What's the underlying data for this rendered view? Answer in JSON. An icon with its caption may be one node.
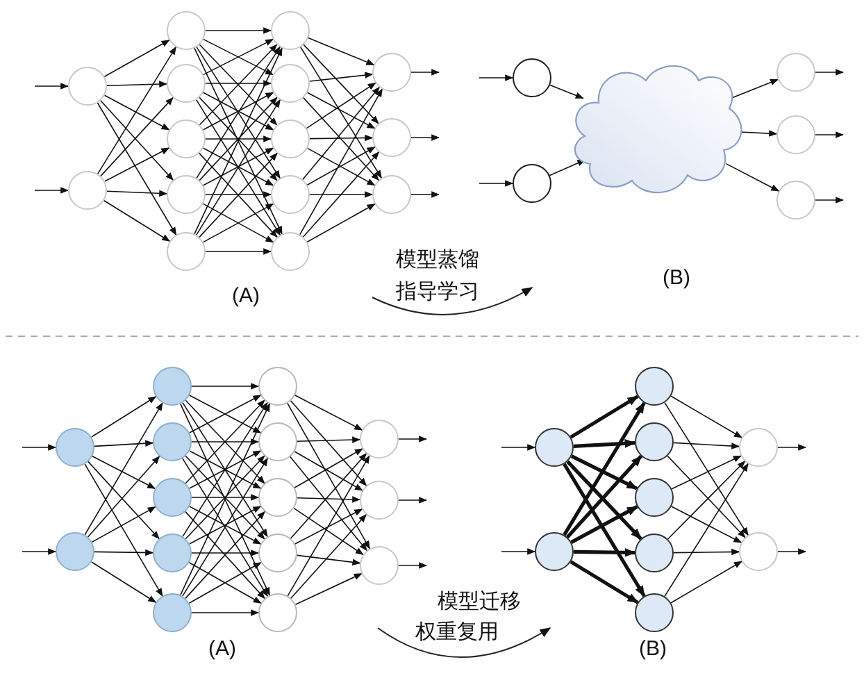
{
  "diagram": {
    "nodes": [
      {
        "text": [],
        "shape": "circle"
      },
      {
        "text": [],
        "shape": "circle"
      },
      {
        "text": [],
        "shape": "circle"
      },
      {
        "text": [],
        "shape": "circle"
      },
      {
        "text": [],
        "shape": "circle"
      },
      {
        "text": [],
        "shape": "circle"
      },
      {
        "text": [],
        "shape": "circle"
      },
      {
        "text": [],
        "shape": "circle"
      },
      {
        "text": [],
        "shape": "circle"
      },
      {
        "text": [],
        "shape": "circle"
      },
      {
        "text": [],
        "shape": "circle"
      },
      {
        "text": [],
        "shape": "circle"
      },
      {
        "text": [],
        "shape": "circle"
      },
      {
        "text": [],
        "shape": "circle"
      },
      {
        "text": [],
        "shape": "circle"
      },
      {
        "text": [],
        "shape": "circle"
      },
      {
        "text": [],
        "shape": "circle"
      },
      {
        "text": [],
        "shape": "cloud"
      },
      {
        "text": [],
        "shape": "circle"
      },
      {
        "text": [],
        "shape": "circle"
      },
      {
        "text": [],
        "shape": "circle"
      },
      {
        "text": [],
        "shape": "circle"
      },
      {
        "text": [],
        "shape": "circle"
      },
      {
        "text": [],
        "shape": "circle"
      },
      {
        "text": [],
        "shape": "circle"
      },
      {
        "text": [],
        "shape": "circle"
      },
      {
        "text": [],
        "shape": "circle"
      },
      {
        "text": [],
        "shape": "circle"
      },
      {
        "text": [],
        "shape": "circle"
      },
      {
        "text": [],
        "shape": "circle"
      },
      {
        "text": [],
        "shape": "circle"
      },
      {
        "text": [],
        "shape": "circle"
      },
      {
        "text": [],
        "shape": "circle"
      },
      {
        "text": [],
        "shape": "circle"
      },
      {
        "text": [],
        "shape": "circle"
      },
      {
        "text": [],
        "shape": "circle"
      },
      {
        "text": [],
        "shape": "circle"
      },
      {
        "text": [],
        "shape": "circle"
      },
      {
        "text": [],
        "shape": "circle"
      },
      {
        "text": [],
        "shape": "circle"
      },
      {
        "text": [],
        "shape": "circle"
      },
      {
        "text": [],
        "shape": "circle"
      },
      {
        "text": [],
        "shape": "circle"
      },
      {
        "text": [],
        "shape": "circle"
      },
      {
        "text": [],
        "shape": "circle"
      }
    ],
    "edges": [
      {
        "from": null,
        "to": 0,
        "arrow": "to"
      },
      {
        "from": null,
        "to": 1,
        "arrow": "to"
      },
      {
        "from": 0,
        "to": 2,
        "arrow": "to"
      },
      {
        "from": 0,
        "to": 3,
        "arrow": "to"
      },
      {
        "from": 0,
        "to": 4,
        "arrow": "to"
      },
      {
        "from": 0,
        "to": 5,
        "arrow": "to"
      },
      {
        "from": 0,
        "to": 6,
        "arrow": "to"
      },
      {
        "from": 1,
        "to": 2,
        "arrow": "to"
      },
      {
        "from": 1,
        "to": 3,
        "arrow": "to"
      },
      {
        "from": 1,
        "to": 4,
        "arrow": "to"
      },
      {
        "from": 1,
        "to": 5,
        "arrow": "to"
      },
      {
        "from": 1,
        "to": 6,
        "arrow": "to"
      },
      {
        "from": 2,
        "to": 7,
        "arrow": "to"
      },
      {
        "from": 2,
        "to": 8,
        "arrow": "to"
      },
      {
        "from": 2,
        "to": 9,
        "arrow": "to"
      },
      {
        "from": 2,
        "to": 10,
        "arrow": "to"
      },
      {
        "from": 2,
        "to": 11,
        "arrow": "to"
      },
      {
        "from": 3,
        "to": 7,
        "arrow": "to"
      },
      {
        "from": 3,
        "to": 8,
        "arrow": "to"
      },
      {
        "from": 3,
        "to": 9,
        "arrow": "to"
      },
      {
        "from": 3,
        "to": 10,
        "arrow": "to"
      },
      {
        "from": 3,
        "to": 11,
        "arrow": "to"
      },
      {
        "from": 4,
        "to": 7,
        "arrow": "to"
      },
      {
        "from": 4,
        "to": 8,
        "arrow": "to"
      },
      {
        "from": 4,
        "to": 9,
        "arrow": "to"
      },
      {
        "from": 4,
        "to": 10,
        "arrow": "to"
      },
      {
        "from": 4,
        "to": 11,
        "arrow": "to"
      },
      {
        "from": 5,
        "to": 7,
        "arrow": "to"
      },
      {
        "from": 5,
        "to": 8,
        "arrow": "to"
      },
      {
        "from": 5,
        "to": 9,
        "arrow": "to"
      },
      {
        "from": 5,
        "to": 10,
        "arrow": "to"
      },
      {
        "from": 5,
        "to": 11,
        "arrow": "to"
      },
      {
        "from": 6,
        "to": 7,
        "arrow": "to"
      },
      {
        "from": 6,
        "to": 8,
        "arrow": "to"
      },
      {
        "from": 6,
        "to": 9,
        "arrow": "to"
      },
      {
        "from": 6,
        "to": 10,
        "arrow": "to"
      },
      {
        "from": 6,
        "to": 11,
        "arrow": "to"
      },
      {
        "from": 7,
        "to": 12,
        "arrow": "to"
      },
      {
        "from": 7,
        "to": 13,
        "arrow": "to"
      },
      {
        "from": 7,
        "to": 14,
        "arrow": "to"
      },
      {
        "from": 8,
        "to": 12,
        "arrow": "to"
      },
      {
        "from": 8,
        "to": 13,
        "arrow": "to"
      },
      {
        "from": 8,
        "to": 14,
        "arrow": "to"
      },
      {
        "from": 9,
        "to": 12,
        "arrow": "to"
      },
      {
        "from": 9,
        "to": 13,
        "arrow": "to"
      },
      {
        "from": 9,
        "to": 14,
        "arrow": "to"
      },
      {
        "from": 10,
        "to": 12,
        "arrow": "to"
      },
      {
        "from": 10,
        "to": 13,
        "arrow": "to"
      },
      {
        "from": 10,
        "to": 14,
        "arrow": "to"
      },
      {
        "from": 11,
        "to": 12,
        "arrow": "to"
      },
      {
        "from": 11,
        "to": 13,
        "arrow": "to"
      },
      {
        "from": 11,
        "to": 14,
        "arrow": "to"
      },
      {
        "from": 12,
        "to": null,
        "arrow": "to"
      },
      {
        "from": 13,
        "to": null,
        "arrow": "to"
      },
      {
        "from": 14,
        "to": null,
        "arrow": "to"
      },
      {
        "from": null,
        "to": 15,
        "arrow": "to"
      },
      {
        "from": null,
        "to": 16,
        "arrow": "to"
      },
      {
        "from": 15,
        "to": 17,
        "arrow": "to"
      },
      {
        "from": 16,
        "to": 17,
        "arrow": "to"
      },
      {
        "from": 17,
        "to": 18,
        "arrow": "to"
      },
      {
        "from": 17,
        "to": 19,
        "arrow": "to"
      },
      {
        "from": 17,
        "to": 20,
        "arrow": "to"
      },
      {
        "from": 18,
        "to": null,
        "arrow": "to"
      },
      {
        "from": 19,
        "to": null,
        "arrow": "to"
      },
      {
        "from": 20,
        "to": null,
        "arrow": "to"
      },
      {
        "from": null,
        "to": 21,
        "arrow": "to"
      },
      {
        "from": null,
        "to": 22,
        "arrow": "to"
      },
      {
        "from": 21,
        "to": 23,
        "arrow": "to"
      },
      {
        "from": 21,
        "to": 24,
        "arrow": "to"
      },
      {
        "from": 21,
        "to": 25,
        "arrow": "to"
      },
      {
        "from": 21,
        "to": 26,
        "arrow": "to"
      },
      {
        "from": 21,
        "to": 27,
        "arrow": "to"
      },
      {
        "from": 22,
        "to": 23,
        "arrow": "to"
      },
      {
        "from": 22,
        "to": 24,
        "arrow": "to"
      },
      {
        "from": 22,
        "to": 25,
        "arrow": "to"
      },
      {
        "from": 22,
        "to": 26,
        "arrow": "to"
      },
      {
        "from": 22,
        "to": 27,
        "arrow": "to"
      },
      {
        "from": 23,
        "to": 28,
        "arrow": "to"
      },
      {
        "from": 23,
        "to": 29,
        "arrow": "to"
      },
      {
        "from": 23,
        "to": 30,
        "arrow": "to"
      },
      {
        "from": 23,
        "to": 31,
        "arrow": "to"
      },
      {
        "from": 23,
        "to": 32,
        "arrow": "to"
      },
      {
        "from": 24,
        "to": 28,
        "arrow": "to"
      },
      {
        "from": 24,
        "to": 29,
        "arrow": "to"
      },
      {
        "from": 24,
        "to": 30,
        "arrow": "to"
      },
      {
        "from": 24,
        "to": 31,
        "arrow": "to"
      },
      {
        "from": 24,
        "to": 32,
        "arrow": "to"
      },
      {
        "from": 25,
        "to": 28,
        "arrow": "to"
      },
      {
        "from": 25,
        "to": 29,
        "arrow": "to"
      },
      {
        "from": 25,
        "to": 30,
        "arrow": "to"
      },
      {
        "from": 25,
        "to": 31,
        "arrow": "to"
      },
      {
        "from": 25,
        "to": 32,
        "arrow": "to"
      },
      {
        "from": 26,
        "to": 28,
        "arrow": "to"
      },
      {
        "from": 26,
        "to": 29,
        "arrow": "to"
      },
      {
        "from": 26,
        "to": 30,
        "arrow": "to"
      },
      {
        "from": 26,
        "to": 31,
        "arrow": "to"
      },
      {
        "from": 26,
        "to": 32,
        "arrow": "to"
      },
      {
        "from": 27,
        "to": 28,
        "arrow": "to"
      },
      {
        "from": 27,
        "to": 29,
        "arrow": "to"
      },
      {
        "from": 27,
        "to": 30,
        "arrow": "to"
      },
      {
        "from": 27,
        "to": 31,
        "arrow": "to"
      },
      {
        "from": 27,
        "to": 32,
        "arrow": "to"
      },
      {
        "from": 28,
        "to": 33,
        "arrow": "to"
      },
      {
        "from": 28,
        "to": 34,
        "arrow": "to"
      },
      {
        "from": 28,
        "to": 35,
        "arrow": "to"
      },
      {
        "from": 29,
        "to": 33,
        "arrow": "to"
      },
      {
        "from": 29,
        "to": 34,
        "arrow": "to"
      },
      {
        "from": 29,
        "to": 35,
        "arrow": "to"
      },
      {
        "from": 30,
        "to": 33,
        "arrow": "to"
      },
      {
        "from": 30,
        "to": 34,
        "arrow": "to"
      },
      {
        "from": 30,
        "to": 35,
        "arrow": "to"
      },
      {
        "from": 31,
        "to": 33,
        "arrow": "to"
      },
      {
        "from": 31,
        "to": 34,
        "arrow": "to"
      },
      {
        "from": 31,
        "to": 35,
        "arrow": "to"
      },
      {
        "from": 32,
        "to": 33,
        "arrow": "to"
      },
      {
        "from": 32,
        "to": 34,
        "arrow": "to"
      },
      {
        "from": 32,
        "to": 35,
        "arrow": "to"
      },
      {
        "from": 33,
        "to": null,
        "arrow": "to"
      },
      {
        "from": 34,
        "to": null,
        "arrow": "to"
      },
      {
        "from": 35,
        "to": null,
        "arrow": "to"
      },
      {
        "from": null,
        "to": 36,
        "arrow": "to"
      },
      {
        "from": null,
        "to": 37,
        "arrow": "to"
      },
      {
        "from": 36,
        "to": 38,
        "arrow": "to",
        "style": "thick"
      },
      {
        "from": 36,
        "to": 39,
        "arrow": "to",
        "style": "thick"
      },
      {
        "from": 36,
        "to": 40,
        "arrow": "to",
        "style": "thick"
      },
      {
        "from": 36,
        "to": 41,
        "arrow": "to",
        "style": "thick"
      },
      {
        "from": 36,
        "to": 42,
        "arrow": "to",
        "style": "thick"
      },
      {
        "from": 37,
        "to": 38,
        "arrow": "to",
        "style": "thick"
      },
      {
        "from": 37,
        "to": 39,
        "arrow": "to",
        "style": "thick"
      },
      {
        "from": 37,
        "to": 40,
        "arrow": "to",
        "style": "thick"
      },
      {
        "from": 37,
        "to": 41,
        "arrow": "to",
        "style": "thick"
      },
      {
        "from": 37,
        "to": 42,
        "arrow": "to",
        "style": "thick"
      },
      {
        "from": 38,
        "to": 43,
        "arrow": "to"
      },
      {
        "from": 38,
        "to": 44,
        "arrow": "to"
      },
      {
        "from": 39,
        "to": 43,
        "arrow": "to"
      },
      {
        "from": 39,
        "to": 44,
        "arrow": "to"
      },
      {
        "from": 40,
        "to": 43,
        "arrow": "to"
      },
      {
        "from": 40,
        "to": 44,
        "arrow": "to"
      },
      {
        "from": 41,
        "to": 43,
        "arrow": "to"
      },
      {
        "from": 41,
        "to": 44,
        "arrow": "to"
      },
      {
        "from": 42,
        "to": 43,
        "arrow": "to"
      },
      {
        "from": 42,
        "to": 44,
        "arrow": "to"
      },
      {
        "from": 43,
        "to": null,
        "arrow": "to"
      },
      {
        "from": 44,
        "to": null,
        "arrow": "to"
      }
    ],
    "labels": [
      "模型蒸馏",
      "(A)",
      "指导学习",
      "(B)",
      "模型迁移",
      "权重复用",
      "(A)",
      "(B)"
    ]
  }
}
